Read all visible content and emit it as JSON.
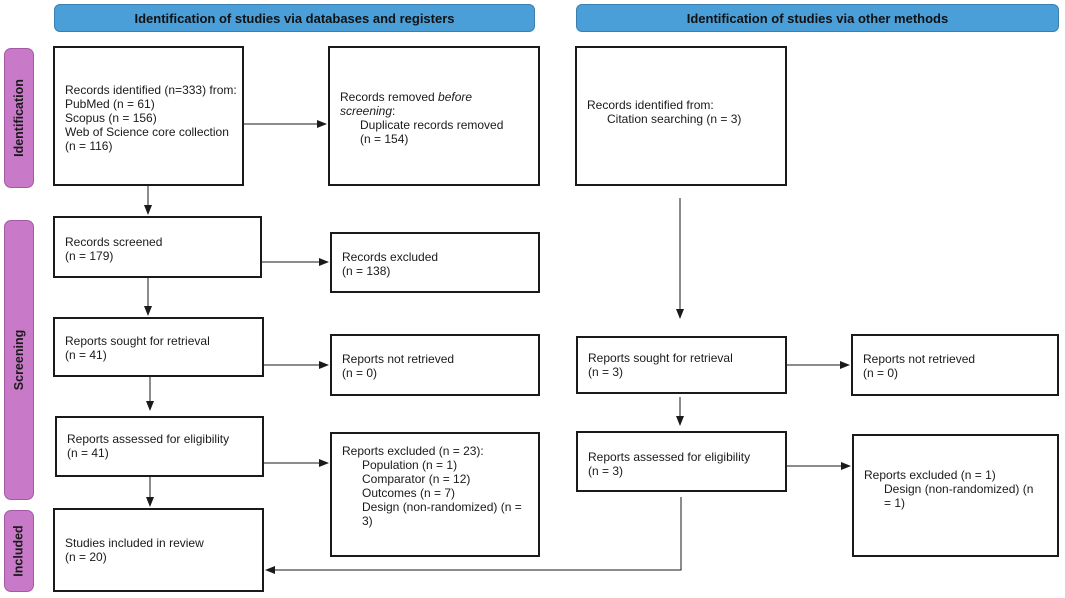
{
  "headers": {
    "left": "Identification of studies via databases and registers",
    "right": "Identification of studies via other methods"
  },
  "phases": {
    "identification": "Identification",
    "screening": "Screening",
    "included": "Included"
  },
  "databases": {
    "identified": {
      "title": "Records identified (n=333) from:",
      "sources": [
        "PubMed (n = 61)",
        "Scopus (n = 156)",
        "Web of Science core collection",
        "(n = 116)"
      ]
    },
    "removed": {
      "title_prefix": "Records removed ",
      "title_emph_1": "before",
      "title_emph_2": "screening",
      "title_suffix": ":",
      "detail_1": "Duplicate records removed",
      "detail_2": "(n = 154)"
    },
    "screened": {
      "title": "Records screened",
      "count": "(n = 179)"
    },
    "excluded": {
      "title": "Records excluded",
      "count": "(n = 138)"
    },
    "sought": {
      "title": "Reports sought for retrieval",
      "count": "(n = 41)"
    },
    "not_retrieved": {
      "title": "Reports not retrieved",
      "count": "(n = 0)"
    },
    "assessed": {
      "title": "Reports assessed for eligibility",
      "count": "(n = 41)"
    },
    "reports_excluded": {
      "title": "Reports excluded (n = 23):",
      "reasons": [
        "Population (n = 1)",
        "Comparator (n = 12)",
        "Outcomes (n = 7)",
        "Design (non-randomized) (n =",
        "3)"
      ]
    },
    "included": {
      "title": "Studies included in review",
      "count": "(n = 20)"
    }
  },
  "other": {
    "identified": {
      "title": "Records identified from:",
      "detail": "Citation searching (n = 3)"
    },
    "sought": {
      "title": "Reports sought for retrieval",
      "count": "(n = 3)"
    },
    "not_retrieved": {
      "title": "Reports not retrieved",
      "count": "(n = 0)"
    },
    "assessed": {
      "title": "Reports assessed for eligibility",
      "count": "(n = 3)"
    },
    "reports_excluded": {
      "title": "Reports excluded (n = 1)",
      "reasons": [
        "Design (non-randomized) (n",
        "= 1)"
      ]
    }
  }
}
